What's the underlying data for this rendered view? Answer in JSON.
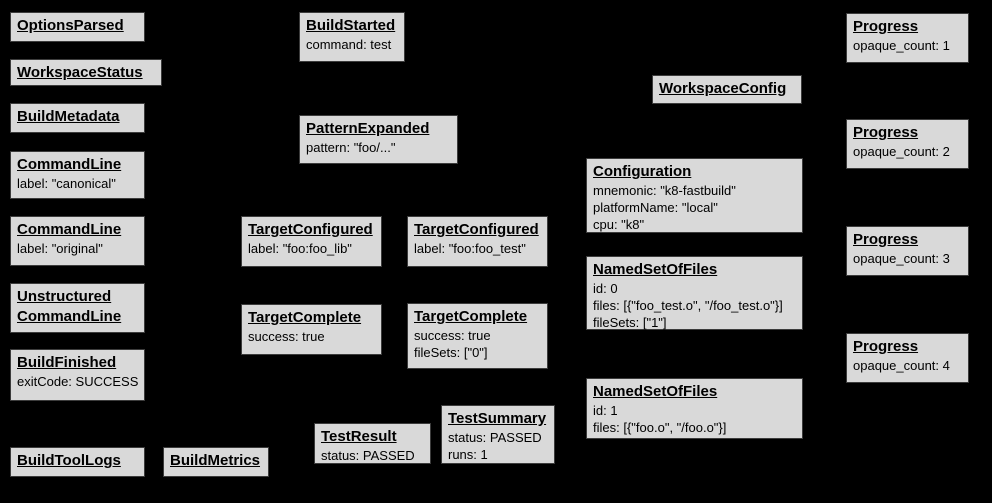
{
  "diagram": {
    "description": "Build Event Protocol event graph on black background",
    "background": "#000000",
    "box_fill": "#d9d9d9",
    "box_border": "#3c3c3c",
    "text_color": "#000000"
  },
  "boxes": [
    {
      "id": "options-parsed",
      "title": "OptionsParsed",
      "lines": []
    },
    {
      "id": "workspace-status",
      "title": "WorkspaceStatus",
      "lines": []
    },
    {
      "id": "build-metadata",
      "title": "BuildMetadata",
      "lines": []
    },
    {
      "id": "command-line-canonical",
      "title": "CommandLine",
      "lines": [
        "label: \"canonical\""
      ]
    },
    {
      "id": "command-line-original",
      "title": "CommandLine",
      "lines": [
        "label: \"original\""
      ]
    },
    {
      "id": "unstructured-command-line",
      "title": "Unstructured CommandLine",
      "lines": []
    },
    {
      "id": "build-finished",
      "title": "BuildFinished",
      "lines": [
        "exitCode: SUCCESS"
      ]
    },
    {
      "id": "build-tool-logs",
      "title": "BuildToolLogs",
      "lines": []
    },
    {
      "id": "build-metrics",
      "title": "BuildMetrics",
      "lines": []
    },
    {
      "id": "build-started",
      "title": "BuildStarted",
      "lines": [
        "command: test"
      ]
    },
    {
      "id": "pattern-expanded",
      "title": "PatternExpanded",
      "lines": [
        "pattern: \"foo/...\""
      ]
    },
    {
      "id": "target-configured-foo-lib",
      "title": "TargetConfigured",
      "lines": [
        "label: \"foo:foo_lib\""
      ]
    },
    {
      "id": "target-complete-foo-lib",
      "title": "TargetComplete",
      "lines": [
        "success: true"
      ]
    },
    {
      "id": "test-result",
      "title": "TestResult",
      "lines": [
        "status: PASSED"
      ]
    },
    {
      "id": "target-configured-foo-test",
      "title": "TargetConfigured",
      "lines": [
        "label: \"foo:foo_test\""
      ]
    },
    {
      "id": "target-complete-foo-test",
      "title": "TargetComplete",
      "lines": [
        "success: true",
        "fileSets: [\"0\"]"
      ]
    },
    {
      "id": "test-summary",
      "title": "TestSummary",
      "lines": [
        "status: PASSED",
        "runs: 1"
      ]
    },
    {
      "id": "workspace-config",
      "title": "WorkspaceConfig",
      "lines": []
    },
    {
      "id": "configuration",
      "title": "Configuration",
      "lines": [
        "mnemonic: \"k8-fastbuild\"",
        "platformName: \"local\"",
        "cpu: \"k8\""
      ]
    },
    {
      "id": "named-set-of-files-0",
      "title": "NamedSetOfFiles",
      "lines": [
        "id: 0",
        "files: [{\"foo_test.o\", \"/foo_test.o\"}]",
        "fileSets: [\"1\"]"
      ]
    },
    {
      "id": "named-set-of-files-1",
      "title": "NamedSetOfFiles",
      "lines": [
        "id: 1",
        "files: [{\"foo.o\", \"/foo.o\"}]"
      ]
    },
    {
      "id": "progress-1",
      "title": "Progress",
      "lines": [
        "opaque_count: 1"
      ]
    },
    {
      "id": "progress-2",
      "title": "Progress",
      "lines": [
        "opaque_count: 2"
      ]
    },
    {
      "id": "progress-3",
      "title": "Progress",
      "lines": [
        "opaque_count: 3"
      ]
    },
    {
      "id": "progress-4",
      "title": "Progress",
      "lines": [
        "opaque_count: 4"
      ]
    }
  ]
}
